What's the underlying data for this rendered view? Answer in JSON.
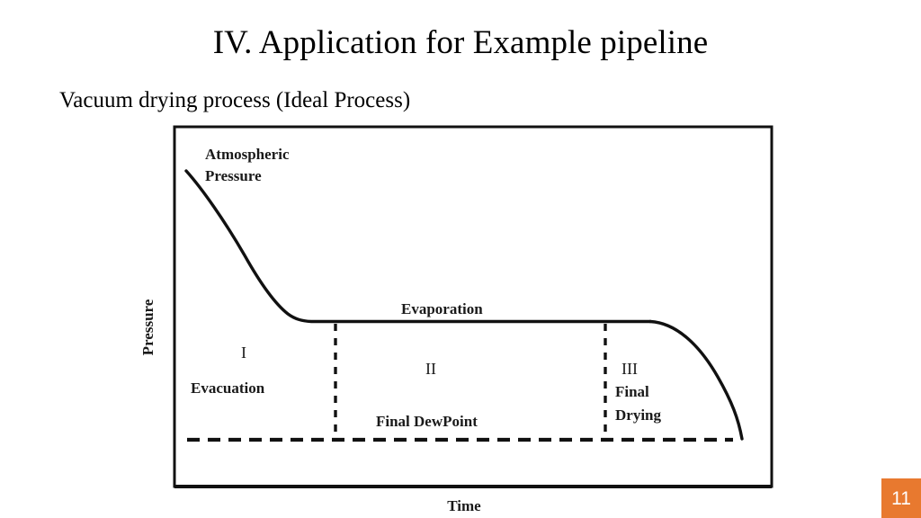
{
  "slide": {
    "title": "IV. Application for Example pipeline",
    "subtitle": "Vacuum drying process (Ideal Process)",
    "page_number": "11",
    "accent_color": "#e8792f",
    "background_color": "#ffffff",
    "ink_color": "#000000"
  },
  "figure": {
    "axis_y_label": "Pressure",
    "axis_x_label": "Time",
    "annotations": {
      "atmospheric_line1": "Atmospheric",
      "atmospheric_line2": "Pressure",
      "evaporation": "Evaporation",
      "final_dewpoint": "Final DewPoint",
      "stage1_numeral": "I",
      "stage1_name": "Evacuation",
      "stage2_numeral": "II",
      "stage3_numeral": "III",
      "stage3_name_line1": "Final",
      "stage3_name_line2": "Drying"
    }
  },
  "chart_data": {
    "type": "line",
    "title": "Vacuum drying process (Ideal Process)",
    "xlabel": "Time",
    "ylabel": "Pressure",
    "xlim": [
      0,
      100
    ],
    "ylim": [
      0,
      100
    ],
    "grid": false,
    "legend": null,
    "axis_ticks": {
      "x": [],
      "y": []
    },
    "series": [
      {
        "name": "Pressure vs Time (ideal vacuum drying curve)",
        "style": "solid",
        "color": "#000000",
        "points": [
          {
            "x": 2.0,
            "y": 88.0,
            "note": "Atmospheric Pressure start"
          },
          {
            "x": 8.0,
            "y": 76.0
          },
          {
            "x": 14.0,
            "y": 62.0
          },
          {
            "x": 19.0,
            "y": 48.0
          },
          {
            "x": 22.5,
            "y": 36.0
          },
          {
            "x": 25.0,
            "y": 30.0
          },
          {
            "x": 27.0,
            "y": 27.5,
            "note": "knee - end of evacuation"
          },
          {
            "x": 30.0,
            "y": 27.0
          },
          {
            "x": 50.0,
            "y": 27.0,
            "note": "evaporation plateau"
          },
          {
            "x": 70.0,
            "y": 27.0
          },
          {
            "x": 80.5,
            "y": 27.0,
            "note": "end of plateau, final drying begins"
          },
          {
            "x": 85.0,
            "y": 24.0
          },
          {
            "x": 89.0,
            "y": 19.0
          },
          {
            "x": 92.5,
            "y": 13.0
          },
          {
            "x": 95.0,
            "y": 6.0
          },
          {
            "x": 96.5,
            "y": 0.0,
            "note": "curve meets final dewpoint baseline"
          }
        ]
      },
      {
        "name": "Final DewPoint baseline",
        "style": "dashed",
        "color": "#000000",
        "points": [
          {
            "x": 2.0,
            "y": 0.0
          },
          {
            "x": 96.5,
            "y": 0.0
          }
        ]
      }
    ],
    "dividers": [
      {
        "name": "stage-1-2-divider",
        "x": 27.0,
        "style": "dashed",
        "from_y": 0.0,
        "to_y": 27.0
      },
      {
        "name": "stage-2-3-divider",
        "x": 72.5,
        "style": "dashed",
        "from_y": 0.0,
        "to_y": 27.0
      }
    ],
    "regions": [
      {
        "numeral": "I",
        "label": "Evacuation",
        "x_range": [
          2.0,
          27.0
        ]
      },
      {
        "numeral": "II",
        "label": "Final DewPoint",
        "x_range": [
          27.0,
          72.5
        ]
      },
      {
        "numeral": "III",
        "label": "Final Drying",
        "x_range": [
          72.5,
          96.5
        ]
      }
    ],
    "annotations": [
      {
        "text": "Atmospheric Pressure",
        "x": 6.0,
        "y": 93.0
      },
      {
        "text": "Evaporation",
        "x": 46.0,
        "y": 31.0
      }
    ]
  }
}
